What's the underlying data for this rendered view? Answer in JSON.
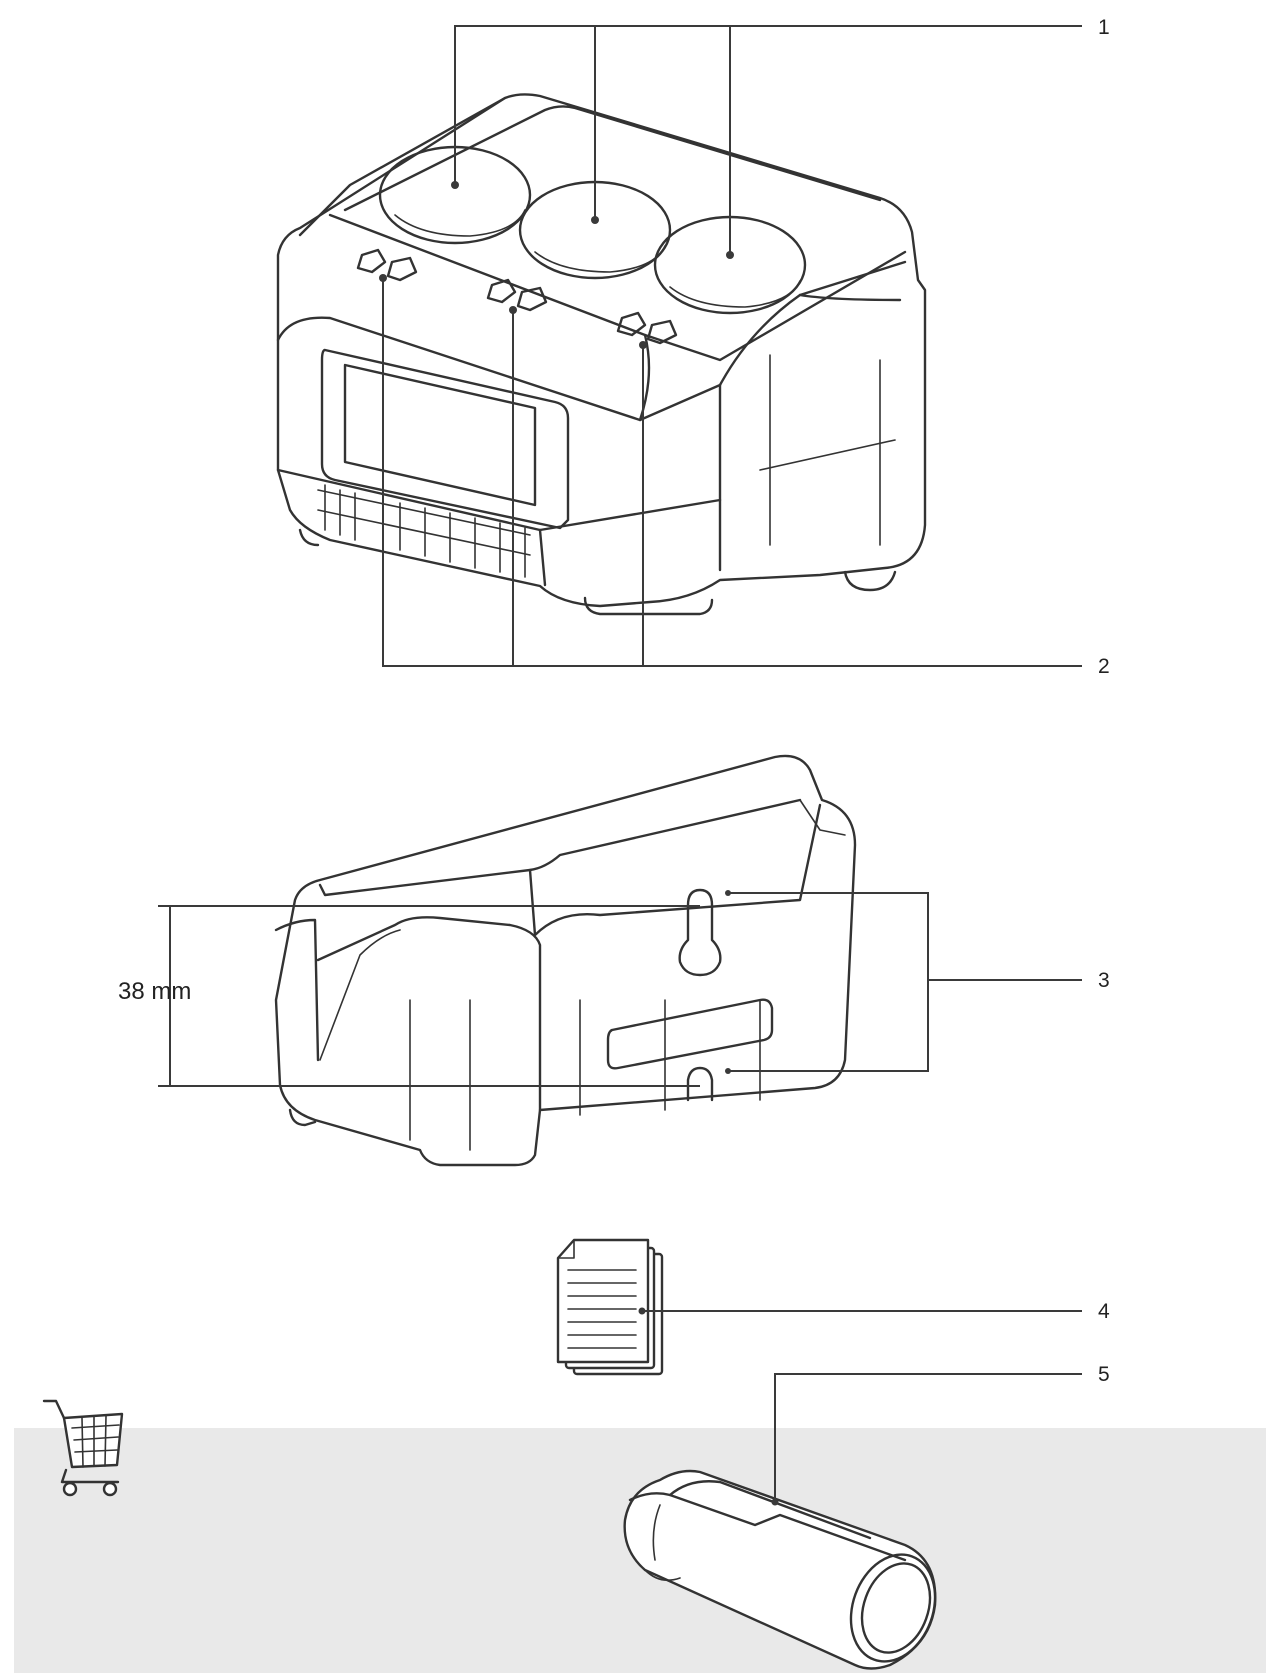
{
  "diagram": {
    "callouts": [
      {
        "id": "1",
        "label": "1"
      },
      {
        "id": "2",
        "label": "2"
      },
      {
        "id": "3",
        "label": "3"
      },
      {
        "id": "4",
        "label": "4"
      },
      {
        "id": "5",
        "label": "5"
      }
    ],
    "dimension": {
      "label": "38 mm"
    },
    "icons": {
      "cart": "shopping-cart-icon",
      "document": "document-stack-icon"
    },
    "colors": {
      "line": "#333333",
      "optional_band": "#e9e9e9"
    }
  }
}
